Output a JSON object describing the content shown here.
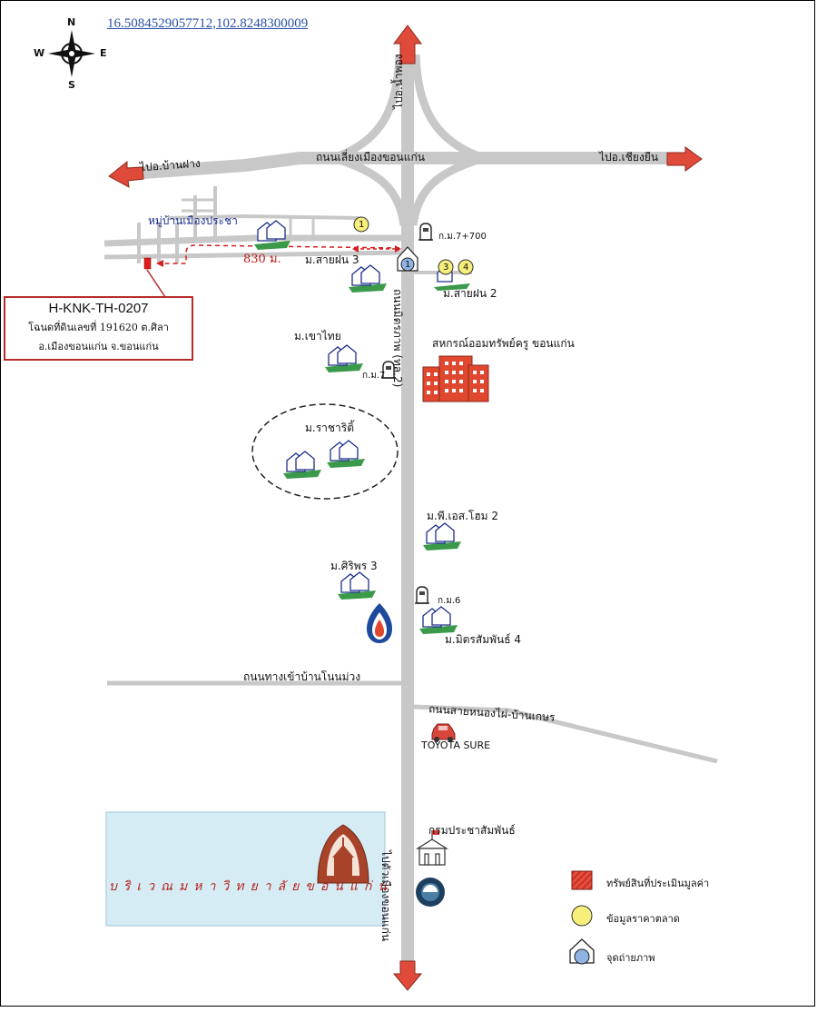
{
  "coordinates_link": "16.5084529057712,102.8248300009",
  "compass": {
    "n": "N",
    "s": "S",
    "e": "E",
    "w": "W"
  },
  "property": {
    "id": "H-KNK-TH-0207",
    "deed_line": "โฉนดที่ดินเลขที่ 191620 ต.ศิลา",
    "district_line": "อ.เมืองขอนแก่น จ.ขอนแก่น"
  },
  "distance_label": "830 ม.",
  "roads": {
    "to_nam_phong": "ไปอ.น้ำพอง",
    "to_ban_fang": "ไปอ.บ้านฝาง",
    "to_choeng_chum": "ไปอ.เชียงยืน",
    "bypass": "ถนนเลี่ยงเมืองขอนแก่น",
    "mittraphap": "ถนนมิตรภาพ (ทล.2)",
    "non_muang": "ถนนทางเข้าบ้านโนนม่วง",
    "nong_phai": "ถนนสายหนองไผ่-บ้านเกษร",
    "south_arrow": "ไปตัวเมืองขอนแก่น"
  },
  "places": {
    "village_muang_pracha": "หมู่บ้านเมืองประชา",
    "sai_fon_3": "ม.สายฝน 3",
    "sai_fon_2": "ม.สายฝน 2",
    "khao_thai": "ม.เขาไทย",
    "cooperative": "สหกรณ์ออมทรัพย์ครู ขอนแก่น",
    "rachasiri": "ม.ราชาริติ้",
    "ps_home_2": "ม.พี.เอส.โฮม 2",
    "siri_phon_3": "ม.ศิริพร 3",
    "mit_samphan_4": "ม.มิตรสัมพันธ์ 4",
    "toyota": "TOYOTA SURE",
    "krom_pracha": "กรมประชาสัมพันธ์",
    "university": "บริเวณมหาวิทยาลัยขอนแก่น"
  },
  "km_markers": {
    "km7_700": "ก.ม.7+700",
    "km7": "ก.ม.7",
    "km6": "ก.ม.6"
  },
  "market_points": [
    "1",
    "3",
    "4"
  ],
  "photo_point": "1",
  "legend": {
    "property": "ทรัพย์สินที่ประเมินมูลค่า",
    "market": "ข้อมูลราคาตลาด",
    "photo": "จุดถ่ายภาพ"
  },
  "colors": {
    "road": "#c8c8c8",
    "arrow": "#e04a3a",
    "accent_red": "#c41818",
    "market_yellow": "#f6ef7a",
    "photo_blue": "#8fb4e3",
    "university_bg": "#d6ecf5"
  }
}
